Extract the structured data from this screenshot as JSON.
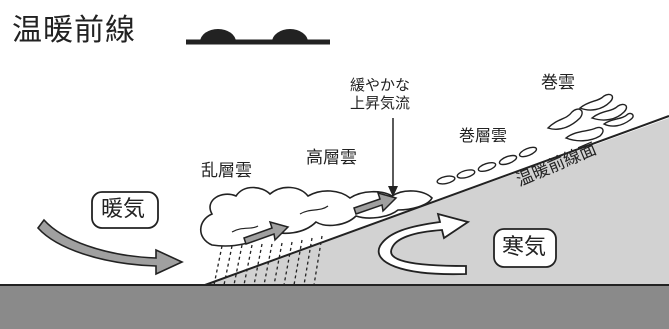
{
  "title": "温暖前線",
  "labels": {
    "warm_air": "暖気",
    "cold_air": "寒気",
    "nimbostratus": "乱層雲",
    "altostratus": "高層雲",
    "gentle_updraft": "緩やかな\n上昇気流",
    "cirrostratus": "巻層雲",
    "cirrus": "巻雲",
    "frontal_surface": "温暖前線面"
  },
  "colors": {
    "background": "#ffffff",
    "ground": "#8a8a8a",
    "cold_air_mass": "#d2d2d2",
    "arrow_fill": "#a0a0a0",
    "line": "#222222"
  }
}
